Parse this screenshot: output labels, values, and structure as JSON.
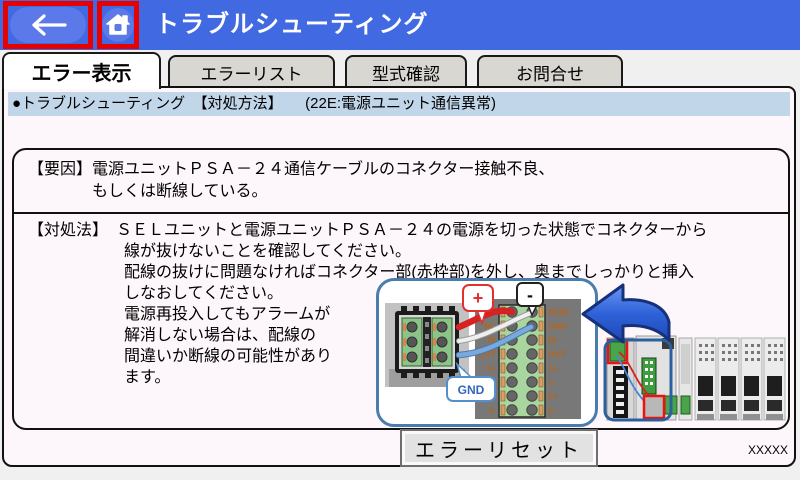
{
  "titlebar": {
    "title": "トラブルシューティング",
    "back_icon": "arrow-left",
    "home_icon": "house"
  },
  "tabs": [
    {
      "label": "エラー表示",
      "active": true
    },
    {
      "label": "エラーリスト",
      "active": false
    },
    {
      "label": "型式確認",
      "active": false
    },
    {
      "label": "お問合せ",
      "active": false
    }
  ],
  "status_line": "●トラブルシューティング　【対処方法】　　(22E:電源ユニット通信異常)",
  "cause": {
    "lines": [
      "【要因】電源ユニットＰＳＡ－２４通信ケーブルのコネクター接触不良、",
      "もしくは断線している。"
    ]
  },
  "remedy": {
    "lines": [
      "【対処法】　ＳＥＬユニットと電源ユニットＰＳＡ－２４の電源を切った状態でコネクターから",
      "線が抜けないことを確認してください。",
      "配線の抜けに問題なければコネクター部(赤枠部)を外し、奥までしっかりと挿入",
      "しなおしてください。",
      "電源再投入してもアラームが",
      "解消しない場合は、配線の",
      "間違いか断線の可能性があり",
      "ます。"
    ]
  },
  "diagram": {
    "plus": "+",
    "minus": "-",
    "gnd": "GND",
    "left_labels": [
      "SD+",
      "NC",
      "IN",
      "OUT",
      "1+",
      "1-",
      "2+",
      "2-"
    ],
    "right_labels": [
      "PS24",
      "GND",
      "IN",
      "OUT",
      "1+",
      "1-",
      "2+",
      "2-"
    ]
  },
  "reset_button_label": "エラーリセット",
  "footer_code": "XXXXX",
  "colors": {
    "titlebar_blue": "#4169e1",
    "button_blue": "#5b79e8",
    "frame_red": "#e60000",
    "strip_blue": "#c2d6ea",
    "tab_gray": "#d9d7d2",
    "panel_bg": "#fdf6fa",
    "diagram_border": "#4a7dab",
    "arrow_blue": "#2f62d8",
    "wire_red": "#d62222",
    "wire_blue": "#79a9dd",
    "terminal_green": "#a9d59e",
    "label_orange": "#b5651d",
    "highlight_red": "#ee1111"
  }
}
